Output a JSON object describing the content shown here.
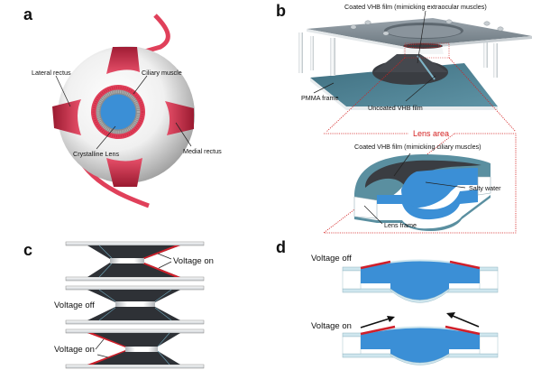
{
  "panels": {
    "a": {
      "letter": "a",
      "labels": {
        "lateral_rectus": "Lateral rectus",
        "ciliary_muscle": "Ciliary muscle",
        "crystalline_lens": "Crystalline Lens",
        "medial_rectus": "Medial rectus"
      }
    },
    "b": {
      "letter": "b",
      "labels": {
        "coated_extraocular": "Coated VHB film (mimicking extraocular muscles)",
        "pmma_frame": "PMMA frame",
        "uncoated": "Uncoated VHB film",
        "lens_area": "Lens area",
        "coated_ciliary": "Coated VHB film (mimicking ciliary muscles)",
        "salty_water": "Salty water",
        "lens_frame": "Lens frame"
      }
    },
    "c": {
      "letter": "c",
      "labels": {
        "voltage_on_top": "Voltage on",
        "voltage_off": "Voltage off",
        "voltage_on_bottom": "Voltage on"
      }
    },
    "d": {
      "letter": "d",
      "labels": {
        "voltage_off": "Voltage off",
        "voltage_on": "Voltage on"
      }
    }
  },
  "colors": {
    "muscle_red": "#e0405a",
    "muscle_dark": "#9a1a30",
    "lens_blue": "#3b8fd6",
    "film_dark": "#3a3d42",
    "frame_teal": "#5a8fa0",
    "electrode_red": "#d01f2a",
    "callout_red": "#d42020"
  }
}
